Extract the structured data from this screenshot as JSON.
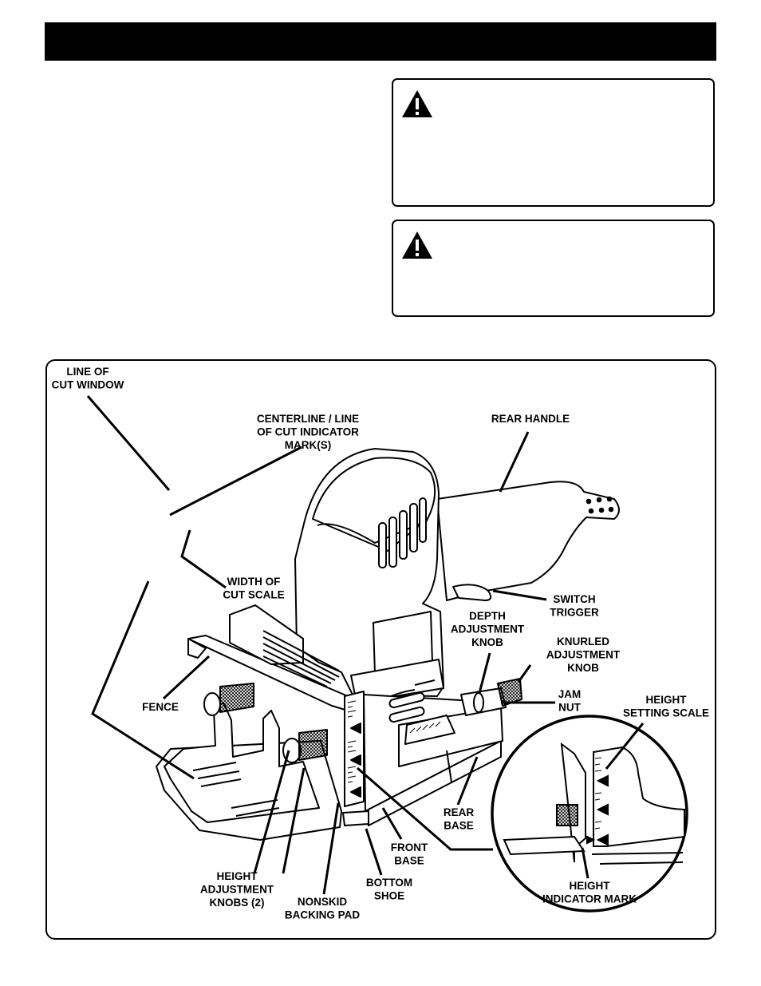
{
  "header": {
    "title": ""
  },
  "warnings": [
    {
      "icon": "warning-triangle-icon",
      "text": ""
    },
    {
      "icon": "warning-triangle-icon",
      "text": ""
    }
  ],
  "figure": {
    "labels": {
      "line_of_cut_window": [
        "LINE OF",
        "CUT WINDOW"
      ],
      "centerline": [
        "CENTERLINE / LINE",
        "OF CUT INDICATOR",
        "MARK(S)"
      ],
      "rear_handle": [
        "REAR HANDLE"
      ],
      "width_of_cut_scale": [
        "WIDTH OF",
        "CUT SCALE"
      ],
      "switch_trigger": [
        "SWITCH",
        "TRIGGER"
      ],
      "depth_adjustment_knob": [
        "DEPTH",
        "ADJUSTMENT",
        "KNOB"
      ],
      "knurled_adjustment_knob": [
        "KNURLED",
        "ADJUSTMENT",
        "KNOB"
      ],
      "fence": [
        "FENCE"
      ],
      "jam_nut": [
        "JAM",
        "NUT"
      ],
      "height_setting_scale": [
        "HEIGHT",
        "SETTING SCALE"
      ],
      "rear_base": [
        "REAR",
        "BASE"
      ],
      "front_base": [
        "FRONT",
        "BASE"
      ],
      "bottom_shoe": [
        "BOTTOM",
        "SHOE"
      ],
      "height_adjustment_knobs": [
        "HEIGHT",
        "ADJUSTMENT",
        "KNOBS (2)"
      ],
      "nonskid_backing_pad": [
        "NONSKID",
        "BACKING PAD"
      ],
      "height_indicator_mark": [
        "HEIGHT",
        "INDICATOR MARK"
      ]
    }
  }
}
